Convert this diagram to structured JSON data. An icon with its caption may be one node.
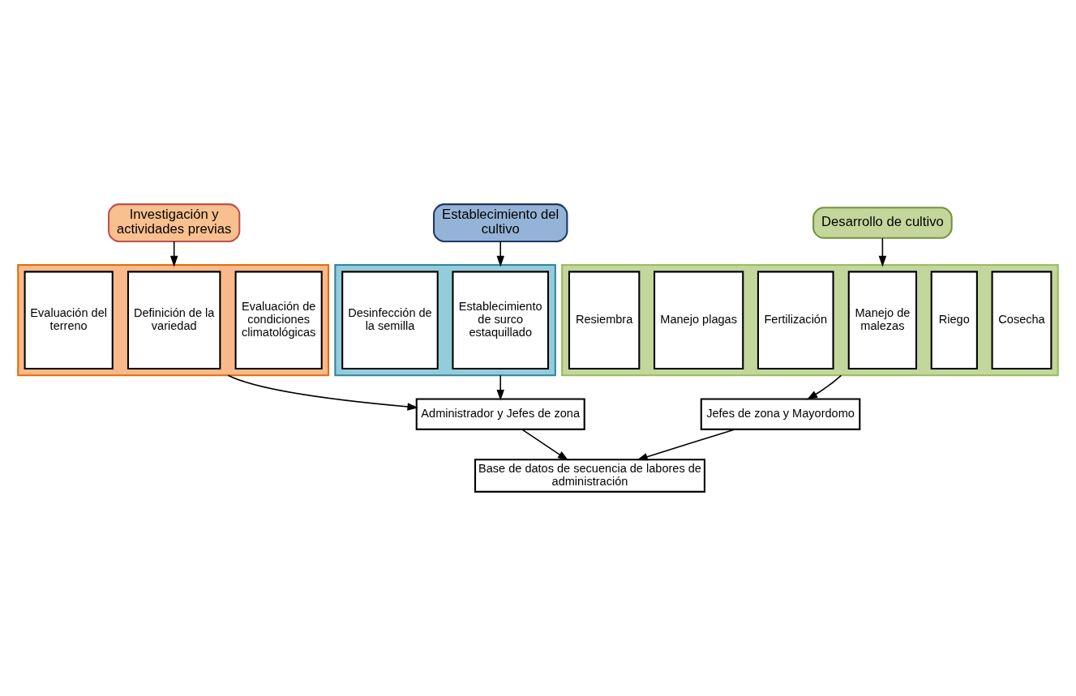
{
  "diagram": {
    "nodes": [
      {
        "text": [
          "Investigación y actividades previas"
        ]
      },
      {
        "text": [
          "Establecimiento del cultivo"
        ]
      },
      {
        "text": [
          "Desarrollo de cultivo"
        ]
      },
      {
        "text": [],
        "shape": "box"
      },
      {
        "text": [
          "Evaluación del terreno"
        ],
        "in": 3
      },
      {
        "text": [
          "Definición de la variedad"
        ],
        "in": 3
      },
      {
        "text": [
          "Evaluación de condiciones climatológicas"
        ],
        "in": 3
      },
      {
        "text": [],
        "shape": "box"
      },
      {
        "text": [
          "Desinfección de la semilla"
        ],
        "in": 7
      },
      {
        "text": [
          "Establecimiento de surco estaquillado"
        ],
        "in": 7
      },
      {
        "text": [],
        "shape": "box"
      },
      {
        "text": [
          "Resiembra"
        ],
        "in": 10
      },
      {
        "text": [
          "Manejo plagas"
        ],
        "in": 10
      },
      {
        "text": [
          "Fertilización"
        ],
        "in": 10
      },
      {
        "text": [
          "Manejo de malezas"
        ],
        "in": 10
      },
      {
        "text": [
          "Riego"
        ],
        "in": 10
      },
      {
        "text": [
          "Cosecha"
        ],
        "in": 10
      },
      {
        "text": [
          "Administrador y Jefes de zona"
        ]
      },
      {
        "text": [
          "Jefes de zona y Mayordomo"
        ]
      },
      {
        "text": [
          "Base de datos de secuencia de labores de administración"
        ]
      }
    ],
    "edges": [
      {
        "from": 0,
        "to": 3,
        "arrow": "to"
      },
      {
        "from": 1,
        "to": 7,
        "arrow": "to"
      },
      {
        "from": 2,
        "to": 10,
        "arrow": "to"
      },
      {
        "from": 3,
        "to": 17,
        "arrow": "to"
      },
      {
        "from": 7,
        "to": 17,
        "arrow": "to"
      },
      {
        "from": 10,
        "to": 18,
        "arrow": "to"
      },
      {
        "from": 17,
        "to": 19,
        "arrow": "to"
      },
      {
        "from": 18,
        "to": 19,
        "arrow": "to"
      }
    ]
  }
}
